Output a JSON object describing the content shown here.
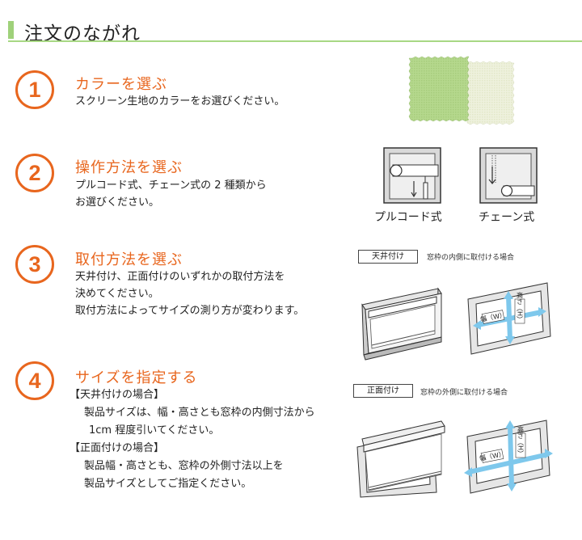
{
  "header": {
    "title": "注文のながれ"
  },
  "steps": [
    {
      "number": "1",
      "title": "カラーを選ぶ",
      "lines": [
        "スクリーン生地のカラーをお選びください。"
      ]
    },
    {
      "number": "2",
      "title": "操作方法を選ぶ",
      "lines": [
        "プルコード式、チェーン式の 2 種類から",
        "お選びください。"
      ]
    },
    {
      "number": "3",
      "title": "取付方法を選ぶ",
      "lines": [
        "天井付け、正面付けのいずれかの取付方法を",
        "決めてください。",
        "取付方法によってサイズの測り方が変わります。"
      ]
    },
    {
      "number": "4",
      "title": "サイズを指定する",
      "lines": [
        "【天井付けの場合】",
        "製品サイズは、幅・高さとも窓枠の内側寸法から",
        "1cm 程度引いてください。",
        "【正面付けの場合】",
        "製品幅・高さとも、窓枠の外側寸法以上を",
        "製品サイズとしてご指定ください。"
      ]
    }
  ],
  "operation": {
    "pull_cord": "プルコード式",
    "chain": "チェーン式"
  },
  "ceiling_mount": {
    "tag": "天井付け",
    "note": "窓枠の内側に取付ける場合",
    "width_label": "幅（W）",
    "height_label": "高さ（H）"
  },
  "front_mount": {
    "tag": "正面付け",
    "note": "窓枠の外側に取付ける場合",
    "width_label": "幅（W）",
    "height_label": "高さ（H）"
  },
  "colors": {
    "accent": "#e8661e",
    "header_green": "#a8d884",
    "swatch_green": "#b5d88d",
    "swatch_cream": "#eef1dd",
    "arrow_blue": "#7ec8ec"
  }
}
